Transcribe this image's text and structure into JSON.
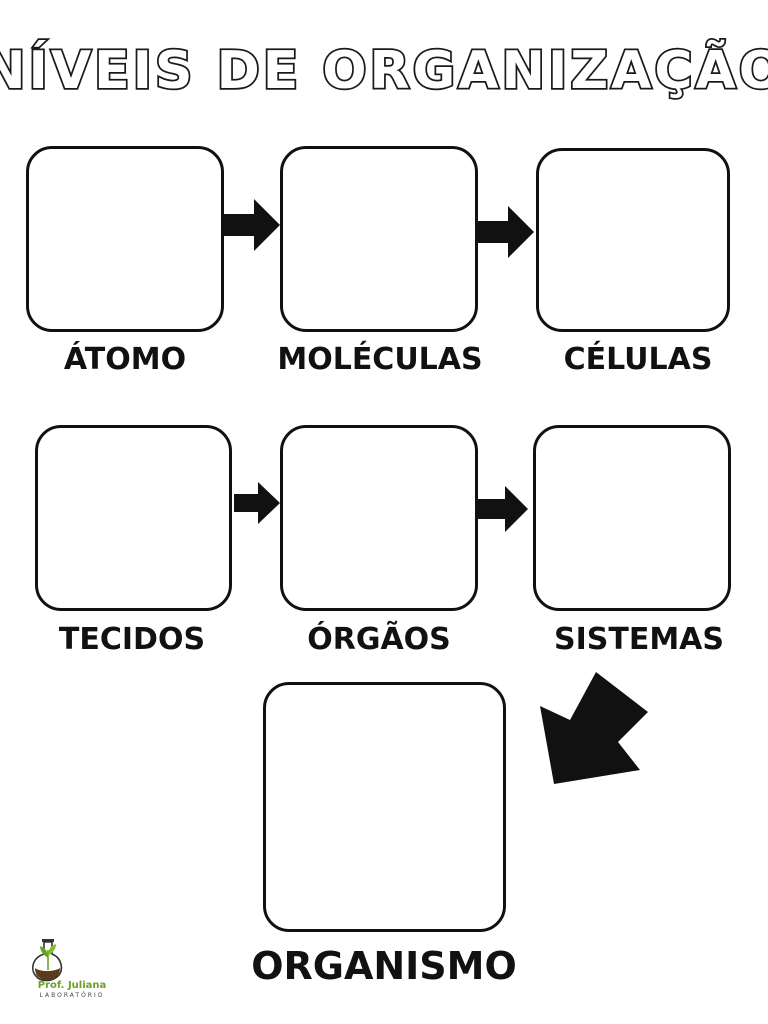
{
  "title": "NÍVEIS DE ORGANIZAÇÃO",
  "levels": {
    "atomo": "ÁTOMO",
    "moleculas": "MOLÉCULAS",
    "celulas": "CÉLULAS",
    "tecidos": "TECIDOS",
    "orgaos": "ÓRGÃOS",
    "sistemas": "SISTEMAS",
    "organismo": "ORGANISMO"
  },
  "logo": {
    "name": "Prof. Juliana",
    "subtitle": "LABORATÓRIO",
    "icon": "flask-plant-icon",
    "color": "#6aa321"
  },
  "colors": {
    "line": "#111111",
    "background": "#ffffff"
  }
}
